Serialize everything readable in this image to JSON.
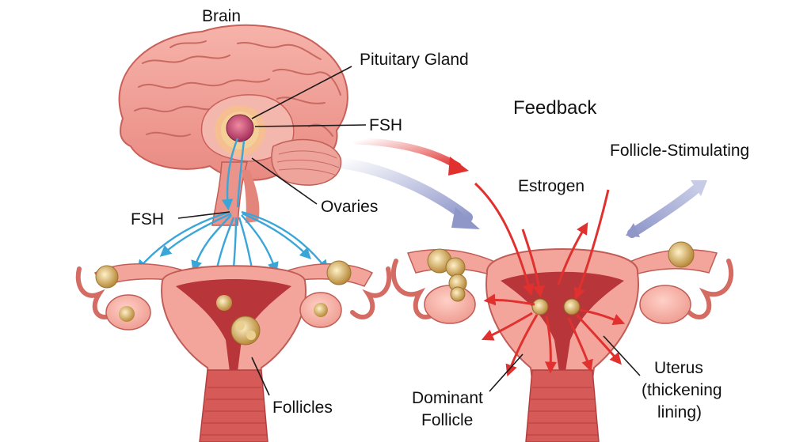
{
  "labels": {
    "brain": "Brain",
    "pituitary": "Pituitary Gland",
    "fsh_upper": "FSH",
    "ovaries": "Ovaries",
    "fsh_lower": "FSH",
    "follicles": "Follicles",
    "feedback": "Feedback",
    "follicle_stimulating": "Follicle-Stimulating",
    "estrogen": "Estrogen",
    "dominant_line1": "Dominant",
    "dominant_line2": "Follicle",
    "uterus_line1": "Uterus",
    "uterus_line2": "(thickening",
    "uterus_line3": "lining)"
  },
  "colors": {
    "tissue": "#f2a39a",
    "tissue_dark": "#d4665e",
    "cavity": "#b8353a",
    "hormone_blue": "#3aa6d8",
    "feedback_red": "#e0312f",
    "feedback_blue": "#8f97c9",
    "follicle_gold": "#d9b46a"
  }
}
